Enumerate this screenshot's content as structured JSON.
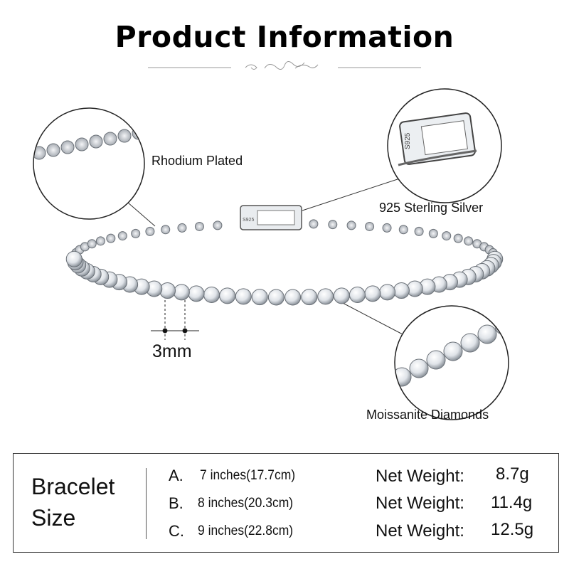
{
  "header": {
    "title": "Product Information"
  },
  "callouts": {
    "rhodium": "Rhodium Plated",
    "silver": "925 Sterling Silver",
    "moissanite": "Moissanite Diamonds",
    "stone_size": "3mm",
    "clasp_stamp": "S925"
  },
  "size_table": {
    "heading_line1": "Bracelet",
    "heading_line2": "Size",
    "rows": [
      {
        "letter": "A.",
        "length": "7 inches(17.7cm)",
        "weight_label": "Net Weight:",
        "weight": "8.7g"
      },
      {
        "letter": "B.",
        "length": "8 inches(20.3cm)",
        "weight_label": "Net Weight:",
        "weight": "11.4g"
      },
      {
        "letter": "C.",
        "length": "9 inches(22.8cm)",
        "weight_label": "Net Weight:",
        "weight": "12.5g"
      }
    ]
  }
}
